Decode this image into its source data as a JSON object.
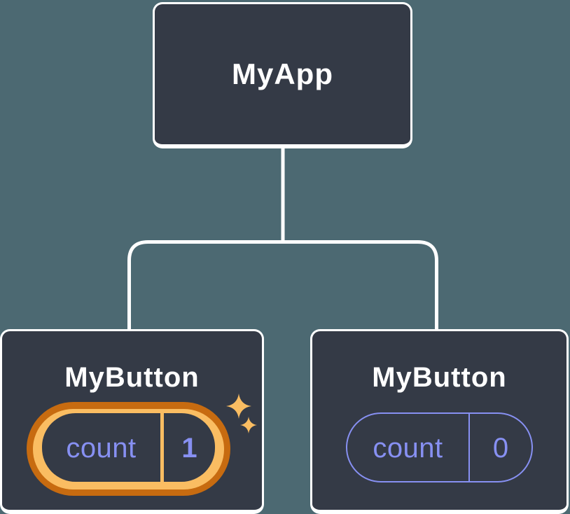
{
  "colors": {
    "background": "#4C6972",
    "card": "#343A46",
    "card_border": "#FFFFFF",
    "connector": "#FFFFFF",
    "state_purple": "#8790F2",
    "highlight_orange_dark": "#C76B10",
    "highlight_orange_light": "#FABD62"
  },
  "tree": {
    "root": {
      "label": "MyApp"
    },
    "children": [
      {
        "label": "MyButton",
        "highlighted": true,
        "state": {
          "name": "count",
          "value": "1"
        }
      },
      {
        "label": "MyButton",
        "highlighted": false,
        "state": {
          "name": "count",
          "value": "0"
        }
      }
    ]
  }
}
